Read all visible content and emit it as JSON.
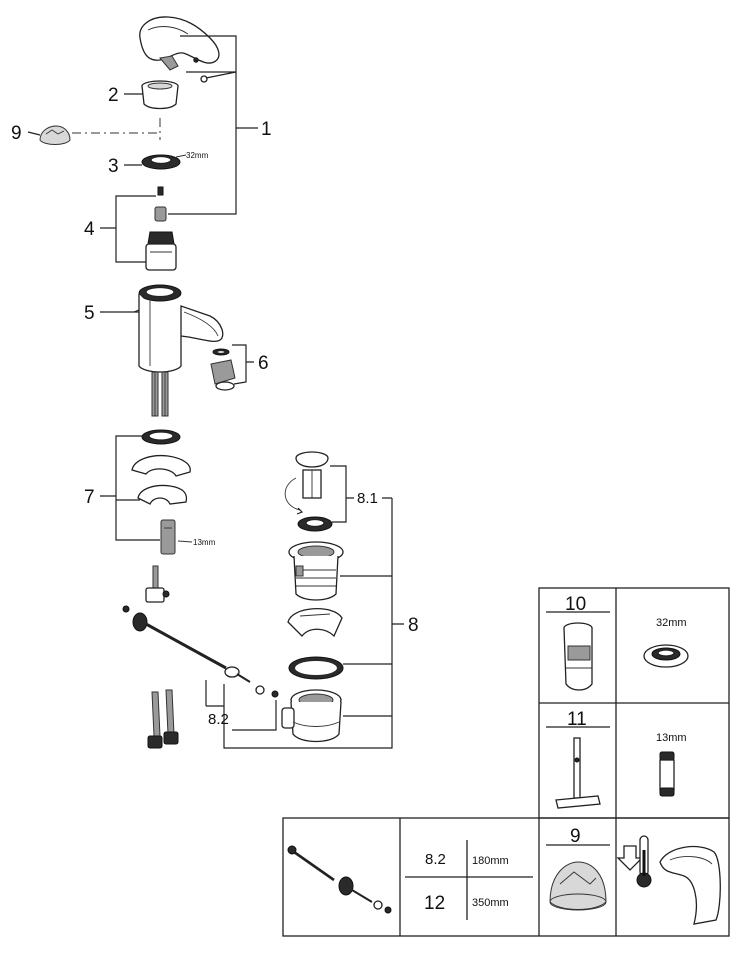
{
  "callouts": {
    "c1": "1",
    "c2": "2",
    "c3": "3",
    "c4": "4",
    "c5": "5",
    "c6": "6",
    "c7": "7",
    "c8": "8",
    "c8_1": "8.1",
    "c8_2": "8.2",
    "c9": "9"
  },
  "dimensions": {
    "nut_size": "32mm",
    "rod_size": "13mm"
  },
  "spares_table": {
    "item_10": "10",
    "item_10_size": "32mm",
    "item_11": "11",
    "item_11_size": "13mm",
    "item_9": "9",
    "rod_label_a": "8.2",
    "rod_length_a": "180mm",
    "rod_label_b": "12",
    "rod_length_b": "350mm"
  }
}
